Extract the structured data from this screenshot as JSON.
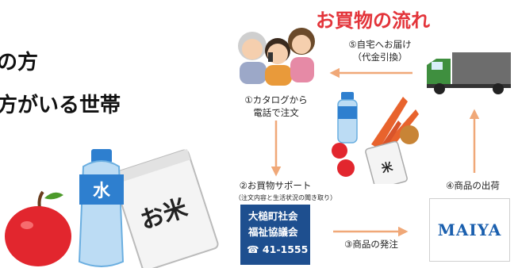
{
  "left": {
    "line1": "の方",
    "line2": "方がいる世帯"
  },
  "flow": {
    "title": "お買物の流れ",
    "step5": {
      "label": "⑤自宅へお届け",
      "sub": "（代金引換）"
    },
    "step1": {
      "line1": "①カタログから",
      "line2": "電話で注文"
    },
    "step2": {
      "label": "②お買物サポート",
      "sub": "（注文内容と生活状況の聞き取り）"
    },
    "step3": {
      "label": "③商品の発注"
    },
    "step4": {
      "label": "④商品の出荷"
    },
    "council": {
      "line1": "大槌町社会",
      "line2": "福祉協議会",
      "phone": "☎ 41-1555"
    },
    "store_logo": "MAIYA"
  },
  "items": {
    "water_label": "水",
    "rice_label": "お米"
  },
  "colors": {
    "title": "#e3343a",
    "arrow": "#f0a878",
    "council_box": "#1e4f8f",
    "logo": "#1a5fae"
  }
}
